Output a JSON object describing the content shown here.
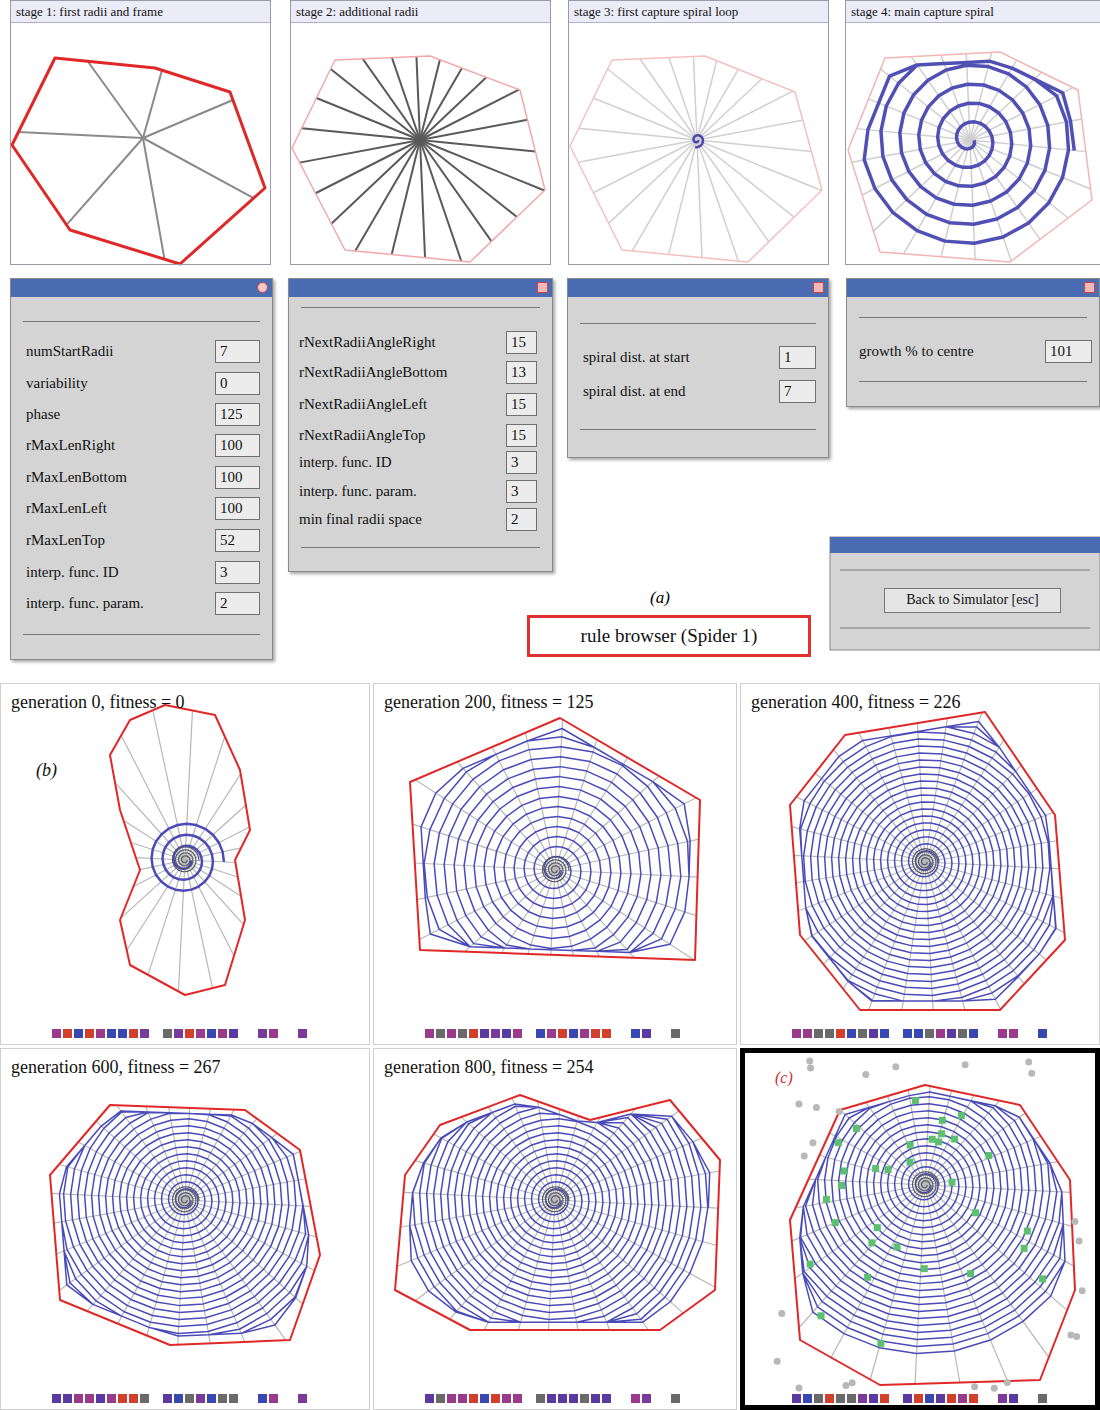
{
  "diagram": {
    "nodes": [
      {
        "text": [
          "stage 1: first radii and frame"
        ]
      },
      {
        "text": [
          "stage 2: additional radii"
        ]
      },
      {
        "text": [
          "stage 3: first capture spiral loop"
        ]
      },
      {
        "text": [
          "stage 4: main capture spiral"
        ]
      },
      {
        "text": [
          "numStartRadii",
          "variability",
          "phase",
          "rMaxLenRight",
          "rMaxLenBottom",
          "rMaxLenLeft",
          "rMaxLenTop",
          "interp. func. ID",
          "interp. func. param."
        ]
      },
      {
        "text": [
          "7"
        ],
        "in": 4
      },
      {
        "text": [
          "0"
        ],
        "in": 4
      },
      {
        "text": [
          "125"
        ],
        "in": 4
      },
      {
        "text": [
          "100"
        ],
        "in": 4
      },
      {
        "text": [
          "100"
        ],
        "in": 4
      },
      {
        "text": [
          "100"
        ],
        "in": 4
      },
      {
        "text": [
          "52"
        ],
        "in": 4
      },
      {
        "text": [
          "3"
        ],
        "in": 4
      },
      {
        "text": [
          "2"
        ],
        "in": 4
      },
      {
        "text": [
          "rNextRadiiAngleRight",
          "rNextRadiiAngleBottom",
          "rNextRadiiAngleLeft",
          "rNextRadiiAngleTop",
          "interp. func. ID",
          "interp. func. param.",
          "min final radii space"
        ]
      },
      {
        "text": [
          "15"
        ],
        "in": 14
      },
      {
        "text": [
          "13"
        ],
        "in": 14
      },
      {
        "text": [
          "15"
        ],
        "in": 14
      },
      {
        "text": [
          "15"
        ],
        "in": 14
      },
      {
        "text": [
          "3"
        ],
        "in": 14
      },
      {
        "text": [
          "3"
        ],
        "in": 14
      },
      {
        "text": [
          "2"
        ],
        "in": 14
      },
      {
        "text": [
          "spiral dist. at start",
          "spiral dist. at end"
        ]
      },
      {
        "text": [
          "1"
        ],
        "in": 22
      },
      {
        "text": [
          "7"
        ],
        "in": 22
      },
      {
        "text": [
          "growth % to centre"
        ]
      },
      {
        "text": [
          "101"
        ],
        "in": 25
      },
      {
        "text": [
          "Back to Simulator [esc]"
        ]
      },
      {
        "text": [
          "rule browser (Spider 1)"
        ]
      },
      {
        "text": [
          "generation 0, fitness = 0",
          "(b)"
        ]
      },
      {
        "text": [
          "generation 200, fitness = 125"
        ]
      },
      {
        "text": [
          "generation 400, fitness = 226"
        ]
      },
      {
        "text": [
          "generation 600, fitness = 267"
        ]
      },
      {
        "text": [
          "generation 800, fitness = 254"
        ]
      },
      {
        "text": [
          "(c)"
        ]
      }
    ],
    "labels": [
      "(a)"
    ]
  }
}
